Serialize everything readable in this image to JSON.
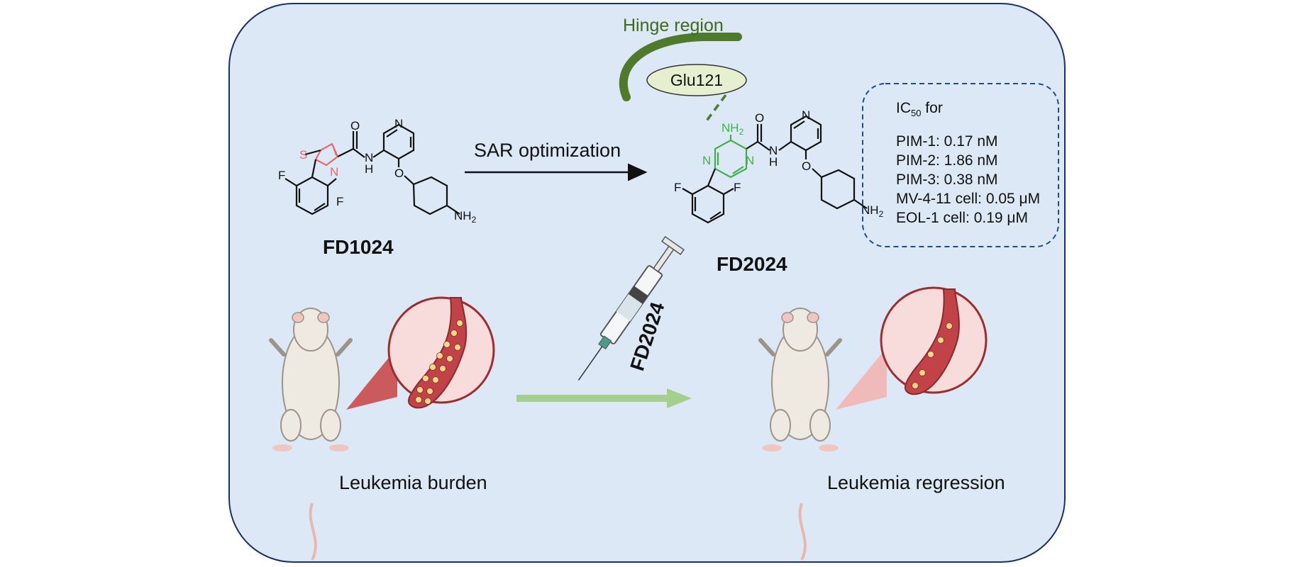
{
  "top": {
    "hinge_label": "Hinge region",
    "glu_label": "Glu121",
    "arrow_label": "SAR optimization"
  },
  "compounds": {
    "left": {
      "name": "FD1024",
      "atoms": {
        "o": "O",
        "nh": "N",
        "h": "H",
        "pyridine_n": "N",
        "ether_o": "O",
        "s": "S",
        "ring_n": "N",
        "f1": "F",
        "f2": "F",
        "amine": "NH",
        "amine_sub": "2"
      }
    },
    "right": {
      "name": "FD2024",
      "atoms": {
        "o": "O",
        "nh": "N",
        "h": "H",
        "pyridine_n": "N",
        "ether_o": "O",
        "ring_n1": "N",
        "ring_n2": "N",
        "f1": "F",
        "f2": "F",
        "amine": "NH",
        "amine_sub": "2",
        "nh2_top": "NH",
        "nh2_top_sub": "2"
      }
    }
  },
  "ic50_box": {
    "title": "IC",
    "title_sub": "50",
    "title_rest": " for",
    "lines": [
      "PIM-1: 0.17 nM",
      "PIM-2: 1.86 nM",
      "PIM-3: 0.38 nM",
      "MV-4-11 cell: 0.05 μM",
      "EOL-1 cell: 0.19 μM"
    ]
  },
  "bottom": {
    "left_caption": "Leukemia burden",
    "right_caption": "Leukemia regression",
    "syringe_label": "FD2024"
  },
  "colors": {
    "panel_bg": "#dce8f5",
    "panel_border": "#1b2f6b",
    "hinge": "#4e7a2b",
    "thiazole": "#e8676a",
    "aminopyrazine": "#3fb04a",
    "green_arrow": "#a5cf8c",
    "vessel": "#b9383c"
  }
}
